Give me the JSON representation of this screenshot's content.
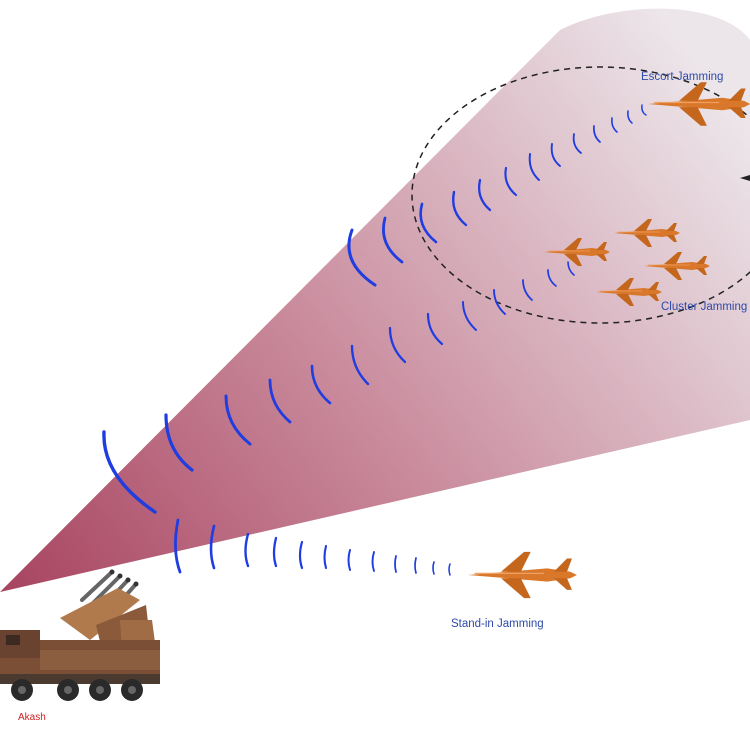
{
  "labels": {
    "escort": "Escort Jamming",
    "cluster": "Cluster Jamming",
    "stand_in": "Stand-in Jamming",
    "launcher": "Akash"
  },
  "colors": {
    "beam_dark": "#a84460",
    "beam_light": "#ebe4e8",
    "wave_blue": "#1f3de0",
    "aircraft_orange": "#d9772a",
    "label_blue": "#2e4aa8",
    "label_red": "#d02020"
  },
  "icons": [
    "missile-launcher-icon",
    "aircraft-icon",
    "radar-wave-icon"
  ]
}
